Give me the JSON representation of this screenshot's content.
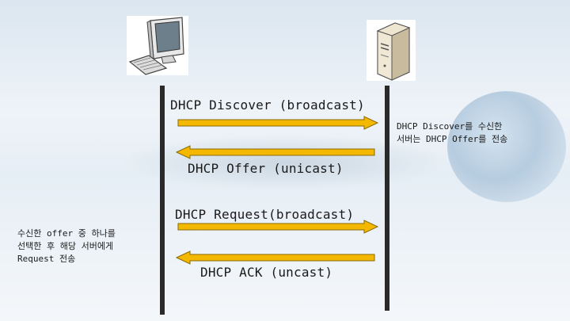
{
  "messages": [
    {
      "label": "DHCP Discover (broadcast)",
      "direction": "client-to-server"
    },
    {
      "label": "DHCP Offer (unicast)",
      "direction": "server-to-client"
    },
    {
      "label": "DHCP Request(broadcast)",
      "direction": "client-to-server"
    },
    {
      "label": "DHCP ACK (uncast)",
      "direction": "server-to-client"
    }
  ],
  "server_note": {
    "line1": "DHCP Discover를 수신한",
    "line2": "서버는 DHCP Offer를 전송"
  },
  "client_note": {
    "line1": "수신한 offer 중 하나를",
    "line2": "선택한 후 해당 서버에게",
    "line3": "Request 전송"
  },
  "nodes": {
    "client_icon": "desktop-computer-icon",
    "server_icon": "tower-server-icon"
  },
  "colors": {
    "arrow_fill": "#f5b800",
    "arrow_stroke": "#8a6a00",
    "lifeline": "#2a2a2a"
  }
}
